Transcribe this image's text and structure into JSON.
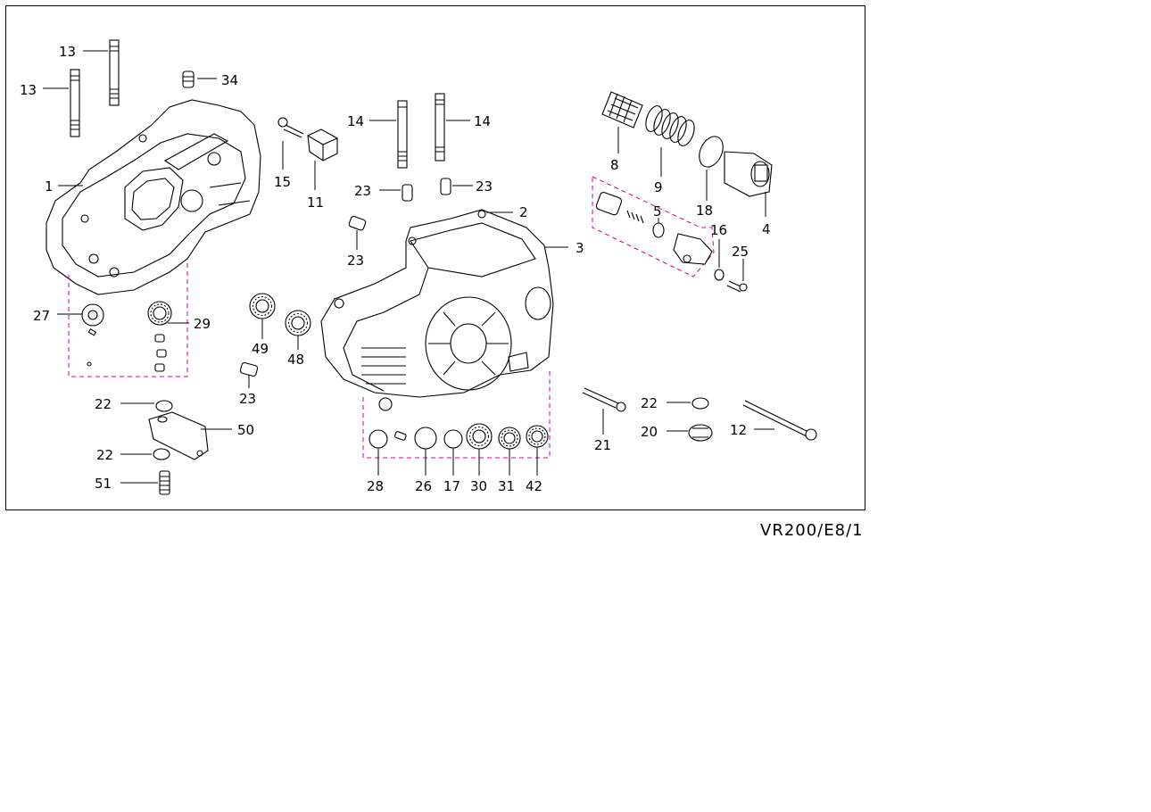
{
  "diagram": {
    "code": "VR200/E8/1",
    "callouts": [
      "13",
      "13",
      "34",
      "1",
      "15",
      "11",
      "14",
      "14",
      "23",
      "23",
      "23",
      "2",
      "3",
      "8",
      "9",
      "18",
      "4",
      "5",
      "16",
      "25",
      "27",
      "29",
      "49",
      "48",
      "23",
      "22",
      "50",
      "22",
      "51",
      "21",
      "22",
      "20",
      "12",
      "28",
      "26",
      "17",
      "30",
      "31",
      "42"
    ]
  }
}
